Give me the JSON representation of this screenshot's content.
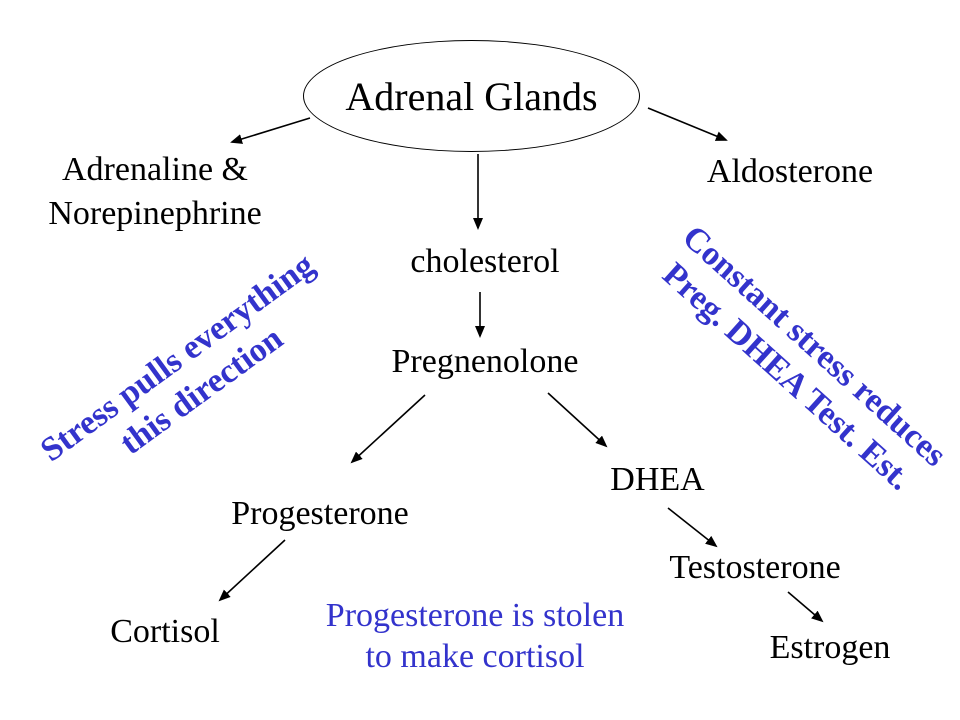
{
  "colors": {
    "annotation_blue": "#3333cc",
    "text_black": "#000000",
    "background": "#ffffff"
  },
  "nodes": {
    "adrenal": "Adrenal Glands",
    "adrenaline_line1": "Adrenaline &",
    "adrenaline_line2": "Norepinephrine",
    "aldosterone": "Aldosterone",
    "cholesterol": "cholesterol",
    "pregnenolone": "Pregnenolone",
    "progesterone": "Progesterone",
    "dhea": "DHEA",
    "testosterone": "Testosterone",
    "cortisol": "Cortisol",
    "estrogen": "Estrogen"
  },
  "annotations": {
    "stress_left_line1": "Stress pulls everything",
    "stress_left_line2": "this direction",
    "stress_right_line1": "Constant stress reduces",
    "stress_right_line2": "Preg. DHEA Test. Est.",
    "bottom_line1": "Progesterone is stolen",
    "bottom_line2": "to make cortisol"
  }
}
